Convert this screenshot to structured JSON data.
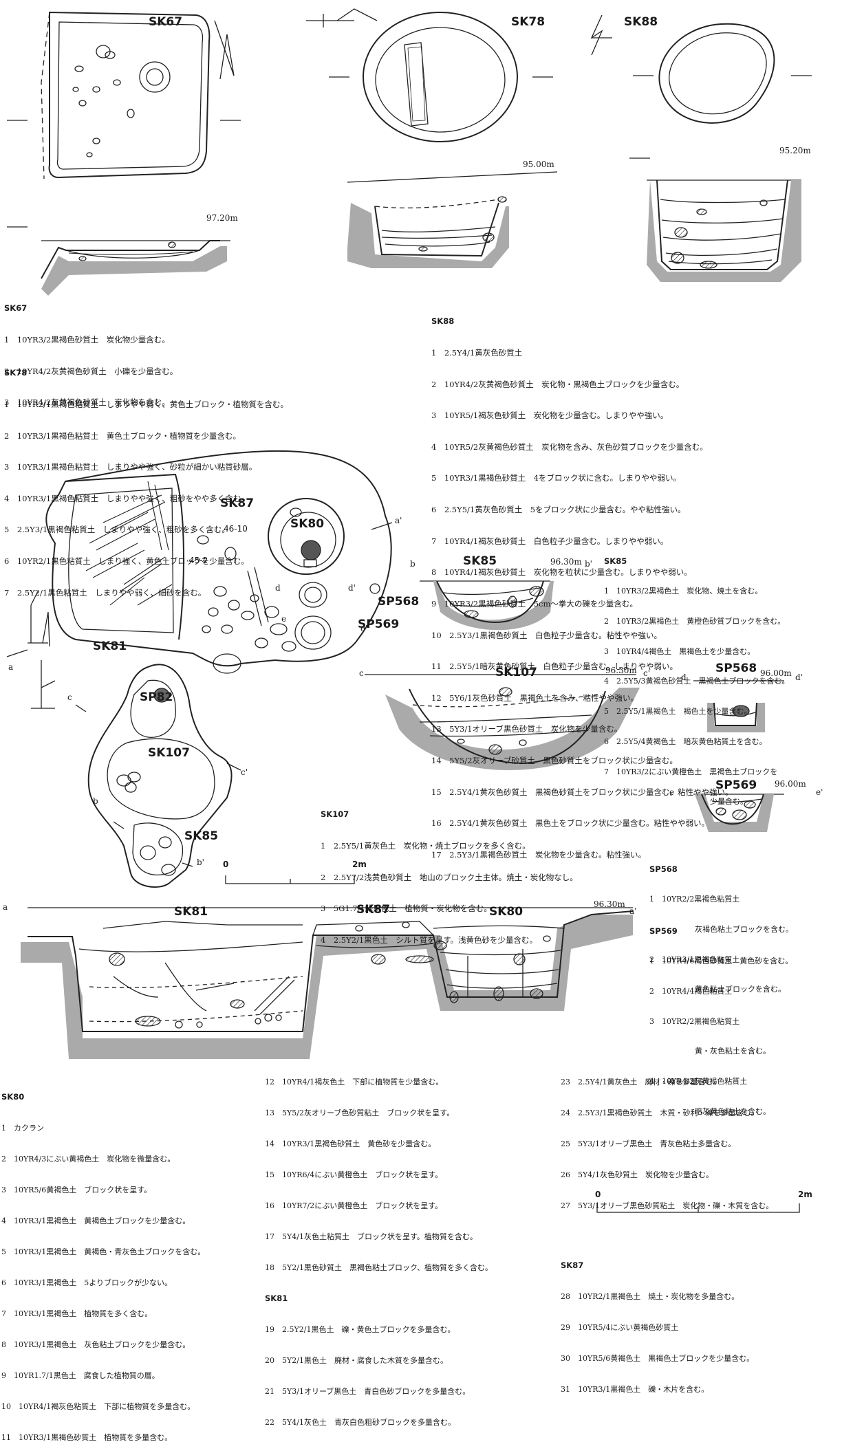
{
  "figure": {
    "feature_titles": {
      "sk67": "SK67",
      "sk78": "SK78",
      "sk88": "SK88",
      "sk87": "SK87",
      "sk80": "SK80",
      "sk81": "SK81",
      "sk85": "SK85",
      "sk107": "SK107",
      "sp82": "SP82",
      "sp568": "SP568",
      "sp569": "SP569"
    },
    "elevations": {
      "sk67": "97.20m",
      "sk78": "95.00m",
      "sk88": "95.20m",
      "sk85": "96.30m",
      "sk107": "96.30m",
      "sp568": "96.00m",
      "sp569": "96.00m",
      "main": "96.30m"
    },
    "section_points": {
      "a": "a",
      "a_prime": "a'",
      "b": "b",
      "b_prime": "b'",
      "c": "c",
      "c_prime": "c'",
      "d": "d",
      "d_prime": "d'",
      "e": "e",
      "e_prime": "e'"
    },
    "find_numbers": {
      "n1": "46-10",
      "n2": "45-2"
    },
    "scale": {
      "zero": "0",
      "two": "2m"
    }
  },
  "legends": {
    "sk67": {
      "title": "SK67",
      "items": [
        "1　10YR3/2黒褐色砂質土　炭化物少量含む。",
        "2　10YR4/2灰黄褐色砂質土　小礫を少量含む。",
        "3　10YR4/2灰黄褐色砂質土　炭化物を含む。"
      ]
    },
    "sk78": {
      "title": "SK78",
      "items": [
        "1　10YR2/1黒褐色粘質土　しまりやや弱く、黄色土ブロック・植物質を含む。",
        "2　10YR3/1黒褐色粘質土　黄色土ブロック・植物質を少量含む。",
        "3　10YR3/1黒褐色粘質土　しまりやや強く、砂粒が細かい粘質砂層。",
        "4　10YR3/1黒褐色粘質土　しまりやや強く、粗砂をやや多く含む。",
        "5　2.5Y3/1黒褐色粘質土　しまりやや強く、粗砂を多く含む。",
        "6　10YR2/1黒色粘質土　しまり強く、黄色土ブロックを少量含む。",
        "7　2.5Y2/1黒色粘質土　しまりやや弱く、細砂を含む。"
      ]
    },
    "sk88": {
      "title": "SK88",
      "items": [
        "1　2.5Y4/1黄灰色砂質土",
        "2　10YR4/2灰黄褐色砂質土　炭化物・黒褐色土ブロックを少量含む。",
        "3　10YR5/1褐灰色砂質土　炭化物を少量含む。しまりやや強い。",
        "4　10YR5/2灰黄褐色砂質土　炭化物を含み、灰色砂質ブロックを少量含む。",
        "5　10YR3/1黒褐色砂質土　4をブロック状に含む。しまりやや弱い。",
        "6　2.5Y5/1黄灰色砂質土　5をブロック状に少量含む。やや粘性強い。",
        "7　10YR4/1褐灰色砂質土　白色粒子少量含む。しまりやや弱い。",
        "8　10YR4/1褐灰色砂質土　炭化物を粒状に少量含む。しまりやや弱い。",
        "9　10YR3/2黒褐色砂質土　5cm～拳大の礫を少量含む。",
        "10　2.5Y3/1黒褐色砂質土　白色粒子少量含む。粘性やや強い。",
        "11　2.5Y5/1暗灰黄色砂質土　白色粒子少量含む。しまりやや弱い。",
        "12　5Y6/1灰色砂質土　黒褐色土を含み、粘性やや強い。",
        "13　5Y3/1オリーブ黒色砂質土　炭化物を少量含む。",
        "14　5Y5/2灰オリーブ砂質土　黒色砂質土をブロック状に少量含む。",
        "15　2.5Y4/1黄灰色砂質土　黒褐色砂質土をブロック状に少量含む。粘性やや強い。",
        "16　2.5Y4/1黄灰色砂質土　黒色土をブロック状に少量含む。粘性やや弱い。",
        "17　2.5Y3/1黒褐色砂質土　炭化物を少量含む。粘性強い。"
      ]
    },
    "sk85": {
      "title": "SK85",
      "items": [
        "1　10YR3/2黒褐色土　炭化物、焼土を含む。",
        "2　10YR3/2黒褐色土　黄橙色砂質ブロックを含む。",
        "3　10YR4/4褐色土　黒褐色土を少量含む。",
        "4　2.5Y5/3黄褐色砂質土　黒褐色土ブロックを含む。",
        "5　2.5Y5/1黒褐色土　褐色土を少量含む。",
        "6　2.5Y5/4黄褐色土　暗灰黄色粘質土を含む。",
        "7　10YR3/2にぶい黄橙色土　黒褐色土ブロックを",
        "　　　　　　　　　　　　　　少量含む。"
      ]
    },
    "sk107": {
      "title": "SK107",
      "items": [
        "1　2.5Y5/1黄灰色土　炭化物・焼土ブロックを多く含む。",
        "2　2.5Y7/2浅黄色砂質土　地山のブロック土主体。焼土・炭化物なし。",
        "3　5G1.7/1緑黒色土　植物質・炭化物を含む。",
        "4　2.5Y2/1黒色土　シルト質を呈す。浅黄色砂を少量含む。"
      ]
    },
    "sp568": {
      "title": "SP568",
      "items": [
        "1　10YR2/2黒褐色粘質土",
        "　　　　　　灰褐色粘土ブロックを含む。",
        "2　10YR3/1黒褐色粘質土",
        "　　　　　　黄色粘土ブロックを含む。"
      ]
    },
    "sp569": {
      "title": "SP569",
      "items": [
        "1　10YR4/6褐色砂質土　黄色砂を含む。",
        "2　10YR4/4褐色粘質土",
        "3　10YR2/2黒褐色粘質土",
        "　　　　　　黄・灰色粘土を含む。",
        "4　10YR4/2灰黄褐色粘質土",
        "　　　　　　暗灰黄色粘土を含む。"
      ]
    },
    "sk80": {
      "title": "SK80",
      "items": [
        "1　カクラン",
        "2　10YR4/3にぶい黄褐色土　炭化物を微量含む。",
        "3　10YR5/6黄褐色土　ブロック状を呈す。",
        "4　10YR3/1黒褐色土　黄褐色土ブロックを少量含む。",
        "5　10YR3/1黒褐色土　黄褐色・青灰色土ブロックを含む。",
        "6　10YR3/1黒褐色土　5よりブロックが少ない。",
        "7　10YR3/1黒褐色土　植物質を多く含む。",
        "8　10YR3/1黒褐色土　灰色粘土ブロックを少量含む。",
        "9　10YR1.7/1黒色土　腐食した植物質の層。",
        "10　10YR4/1褐灰色粘質土　下部に植物質を多量含む。",
        "11　10YR3/1黒褐色砂質土　植物質を多量含む。"
      ]
    },
    "sk80b": {
      "items": [
        "12　10YR4/1褐灰色土　下部に植物質を少量含む。",
        "13　5Y5/2灰オリーブ色砂質粘土　ブロック状を呈す。",
        "14　10YR3/1黒褐色砂質土　黄色砂を少量含む。",
        "15　10YR6/4にぶい黄橙色土　ブロック状を呈す。",
        "16　10YR7/2にぶい黄橙色土　ブロック状を呈す。",
        "17　5Y4/1灰色土粘質土　ブロック状を呈す。植物質を含む。",
        "18　5Y2/1黒色砂質土　黒褐色粘土ブロック、植物質を多く含む。"
      ]
    },
    "sk81": {
      "title": "SK81",
      "items": [
        "19　2.5Y2/1黒色土　礫・黄色土ブロックを多量含む。",
        "20　5Y2/1黒色土　廃材・腐食した木質を多量含む。",
        "21　5Y3/1オリーブ黒色土　青白色砂ブロックを多量含む。",
        "22　5Y4/1灰色土　青灰白色粗砂ブロックを多量含む。"
      ]
    },
    "sk81b": {
      "items": [
        "23　2.5Y4/1黄灰色土　廃材・礫を多量含む。",
        "24　2.5Y3/1黒褐色砂質土　木質・砂利・礫を多量含む。",
        "25　5Y3/1オリーブ黒色土　青灰色粘土多量含む。",
        "26　5Y4/1灰色砂質土　炭化物を少量含む。",
        "27　5Y3/1オリーブ黒色砂質粘土　炭化物・礫・木質を含む。"
      ]
    },
    "sk87": {
      "title": "SK87",
      "items": [
        "28　10YR2/1黒褐色土　焼土・炭化物を多量含む。",
        "29　10YR5/4にぶい黄褐色砂質土",
        "30　10YR5/6黄褐色土　黒褐色土ブロックを少量含む。",
        "31　10YR3/1黒褐色土　礫・木片を含む。"
      ]
    }
  }
}
